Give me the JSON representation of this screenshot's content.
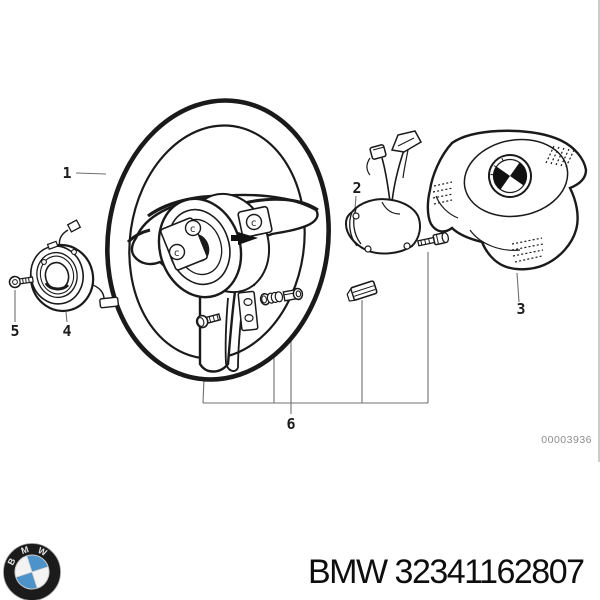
{
  "diagram": {
    "drawing_number": "00003936",
    "callouts": [
      {
        "label": "1"
      },
      {
        "label": "2"
      },
      {
        "label": "3"
      },
      {
        "label": "4"
      },
      {
        "label": "5"
      },
      {
        "label": "6"
      }
    ],
    "hub_marks": [
      "c",
      "c",
      "c"
    ]
  },
  "footer": {
    "brand": "BMW",
    "part_number": "32341162807",
    "logo_letters": [
      "B",
      "M",
      "W"
    ],
    "logo_blue": "#4d92c8"
  }
}
